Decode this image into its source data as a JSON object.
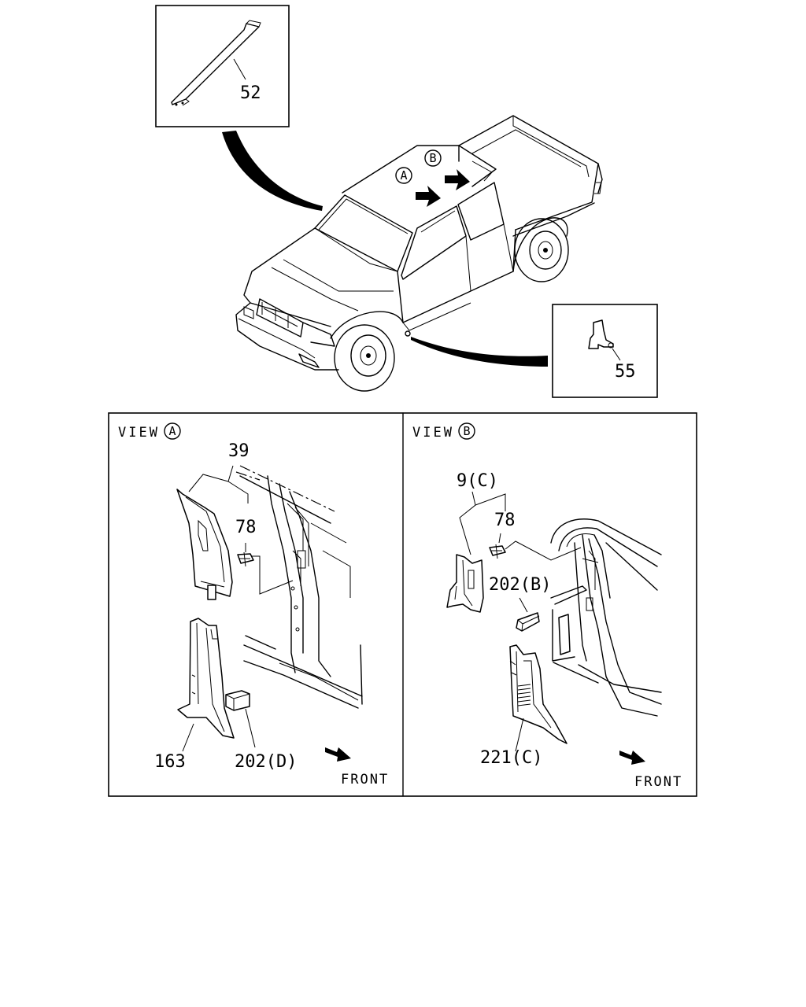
{
  "detail_top_left": {
    "part": "52"
  },
  "detail_right": {
    "part": "55"
  },
  "truck": {
    "marker_a": "A",
    "marker_b": "B"
  },
  "view_a": {
    "title": "VIEW",
    "marker": "A",
    "parts": {
      "p39": "39",
      "p78": "78",
      "p163": "163",
      "p202d": "202(D)"
    },
    "front_label": "FRONT"
  },
  "view_b": {
    "title": "VIEW",
    "marker": "B",
    "parts": {
      "p9c": "9(C)",
      "p78": "78",
      "p202b": "202(B)",
      "p221c": "221(C)"
    },
    "front_label": "FRONT"
  },
  "colors": {
    "ink": "#000000",
    "paper": "#ffffff"
  }
}
